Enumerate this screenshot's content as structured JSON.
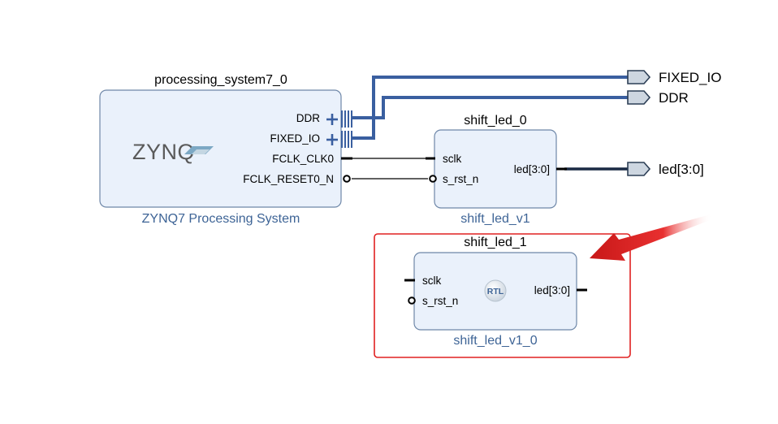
{
  "blocks": {
    "ps": {
      "instance_name": "processing_system7_0",
      "module_name": "ZYNQ7 Processing System",
      "logo_text": "ZYNQ",
      "pins": {
        "ddr": "DDR",
        "fixed_io": "FIXED_IO",
        "fclk_clk0": "FCLK_CLK0",
        "fclk_reset0_n": "FCLK_RESET0_N"
      }
    },
    "shift_led_0": {
      "instance_name": "shift_led_0",
      "module_name": "shift_led_v1",
      "pins": {
        "sclk": "sclk",
        "s_rst_n": "s_rst_n",
        "led": "led[3:0]"
      }
    },
    "shift_led_1": {
      "instance_name": "shift_led_1",
      "module_name": "shift_led_v1_0",
      "badge": "RTL",
      "pins": {
        "sclk": "sclk",
        "s_rst_n": "s_rst_n",
        "led": "led[3:0]"
      }
    }
  },
  "external_ports": {
    "fixed_io": "FIXED_IO",
    "ddr": "DDR",
    "led": "led[3:0]"
  },
  "colors": {
    "block_fill": "#eaf1fb",
    "block_stroke": "#6e87a8",
    "bus_wire": "#3a5fa0",
    "module_text": "#3e6496",
    "highlight": "#e02020"
  },
  "icons": {
    "pointer": "red-arrow-icon",
    "logo": "zynq-logo-icon",
    "rtl": "rtl-badge-icon"
  }
}
